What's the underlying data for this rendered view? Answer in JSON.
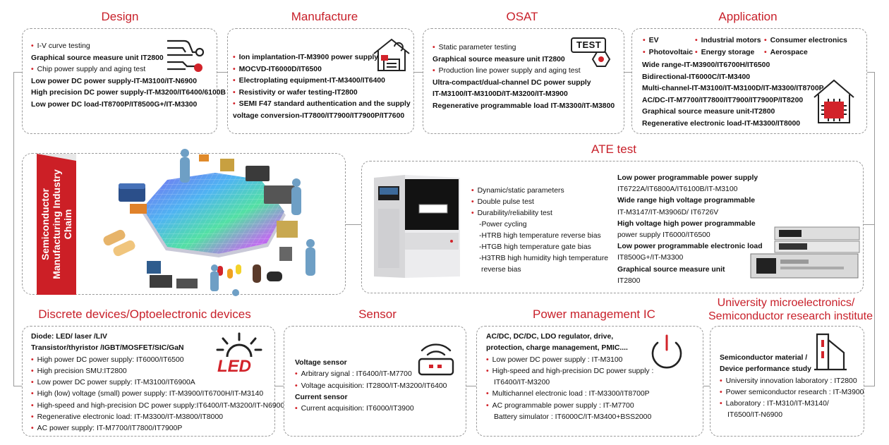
{
  "design": {
    "title": "Design",
    "lines": [
      {
        "t": "I-V curve testing",
        "s": "bul"
      },
      {
        "t": "Graphical source measure unit IT2800",
        "s": "b"
      },
      {
        "t": "Chip power supply and aging test",
        "s": "bul"
      },
      {
        "t": "Low power DC power supply-IT-M3100/IT-N6900",
        "s": "b"
      },
      {
        "t": "High precision DC power supply-IT-M3200/IT6400/6100B",
        "s": "b"
      },
      {
        "t": "Low power DC load-IT8700P/IT8500G+/IT-M3300",
        "s": "b"
      }
    ]
  },
  "manufacture": {
    "title": "Manufacture",
    "lines": [
      {
        "t": "Ion implantation-IT-M3900 power supply",
        "s": "bul"
      },
      {
        "t": "MOCVD-IT6000D/IT6500",
        "s": "bul"
      },
      {
        "t": "Electroplating equipment-IT-M3400/IT6400",
        "s": "bul"
      },
      {
        "t": "Resistivity or wafer testing-IT2800",
        "s": "bul"
      },
      {
        "t": "SEMI F47 standard authentication and the supply",
        "s": "bul"
      },
      {
        "t": "voltage conversion-IT7800/IT7900/IT7900P/IT7600",
        "s": ""
      }
    ]
  },
  "osat": {
    "title": "OSAT",
    "icon_text": "TEST",
    "lines": [
      {
        "t": "Static parameter testing",
        "s": "bul"
      },
      {
        "t": "Graphical source measure unit IT2800",
        "s": "b"
      },
      {
        "t": "Production line power supply and aging test",
        "s": "bul"
      },
      {
        "t": "Ultra-compact/dual-channel DC power supply",
        "s": "b"
      },
      {
        "t": "IT-M3100/IT-M3100D/IT-M3200/IT-M3900",
        "s": "b"
      },
      {
        "t": "Regenerative programmable load IT-M3300/IT-M3800",
        "s": "b"
      }
    ]
  },
  "application": {
    "title": "Application",
    "tags_col1": [
      "EV",
      "Photovoltaic"
    ],
    "tags_col2": [
      "Industrial motors",
      "Energy storage"
    ],
    "tags_col3": [
      "Consumer electronics",
      "Aerospace"
    ],
    "lines": [
      "Wide range-IT-M3900/IT6700H/IT6500",
      "Bidirectional-IT6000C/IT-M3400",
      "Multi-channel-IT-M3100/IT-M3100D/IT-M3300/IT8700P",
      "AC/DC-IT-M7700/IT7800/IT7900/IT7900P/IT8200",
      "Graphical source measure unit-IT2800",
      "Regenerative electronic load-IT-M3300/IT8000"
    ]
  },
  "hub": {
    "title_line1": "Semiconductor",
    "title_line2": "Manufacturing Industry",
    "title_line3": "Chaim"
  },
  "ate": {
    "title": "ATE test",
    "bullets": [
      {
        "t": "Dynamic/static parameters",
        "s": "bul"
      },
      {
        "t": "Double pulse test",
        "s": "bul"
      },
      {
        "t": "Durability/reliability test",
        "s": "bul"
      },
      {
        "t": "-Power cycling",
        "s": "ind"
      },
      {
        "t": "-HTRB high temperature reverse bias",
        "s": "ind"
      },
      {
        "t": "-HTGB high temperature gate bias",
        "s": "ind"
      },
      {
        "t": "-H3TRB high humidity high temperature",
        "s": "ind"
      },
      {
        "t": "reverse bias",
        "s": "ind2"
      }
    ],
    "right": [
      {
        "t": "Low power programmable power supply",
        "s": "b"
      },
      {
        "t": "IT6722A/IT6800A/IT6100B/IT-M3100",
        "s": ""
      },
      {
        "t": "Wide range high voltage programmable",
        "s": "b"
      },
      {
        "t": "IT-M3147/IT-M3906D/ IT6726V",
        "s": ""
      },
      {
        "t": "High voltage high power programmable",
        "s": "b"
      },
      {
        "t": "power supply IT6000/IT6500",
        "s": ""
      },
      {
        "t": "Low power programmable electronic load",
        "s": "b"
      },
      {
        "t": "IT8500G+/IT-M3300",
        "s": ""
      },
      {
        "t": "Graphical source measure unit",
        "s": "b"
      },
      {
        "t": "IT2800",
        "s": ""
      }
    ]
  },
  "discrete": {
    "title": "Discrete devices/Optoelectronic devices",
    "icon_text": "LED",
    "lines": [
      {
        "t": "Diode: LED/ laser /LIV",
        "s": "b"
      },
      {
        "t": "Transistor/thyristor /IGBT/MOSFET/SIC/GaN",
        "s": "b"
      },
      {
        "t": "High power DC power supply: IT6000/IT6500",
        "s": "bul"
      },
      {
        "t": "High precision SMU:IT2800",
        "s": "bul"
      },
      {
        "t": "Low power DC power supply: IT-M3100/IT6900A",
        "s": "bul"
      },
      {
        "t": "High (low) voltage (small) power supply: IT-M3900/IT6700H/IT-M3140",
        "s": "bul"
      },
      {
        "t": "High-speed and high-precision DC power supply:IT6400/IT-M3200/IT-N6900",
        "s": "bul"
      },
      {
        "t": "Regenerative electronic load: IT-M3300/IT-M3800/IT8000",
        "s": "bul"
      },
      {
        "t": "AC power supply: IT-M7700/IT7800/IT7900P",
        "s": "bul"
      }
    ]
  },
  "sensor": {
    "title": "Sensor",
    "lines": [
      {
        "t": "Voltage sensor",
        "s": "b"
      },
      {
        "t": "Arbitrary signal : IT6400/IT-M7700",
        "s": "bul"
      },
      {
        "t": "Voltage acquisition: IT2800/IT-M3200/IT6400",
        "s": "bul"
      },
      {
        "t": "Current sensor",
        "s": "b"
      },
      {
        "t": "Current acquisition: IT6000/IT3900",
        "s": "bul"
      }
    ]
  },
  "pmic": {
    "title": "Power management IC",
    "lines": [
      {
        "t": "AC/DC, DC/DC, LDO regulator, drive,",
        "s": "b"
      },
      {
        "t": "protection, charge management, PMIC....",
        "s": "b"
      },
      {
        "t": "Low power DC power supply : IT-M3100",
        "s": "bul"
      },
      {
        "t": "High-speed and high-precision DC power supply :",
        "s": "bul"
      },
      {
        "t": "IT6400/IT-M3200",
        "s": "ind"
      },
      {
        "t": "Multichannel electronic load : IT-M3300/IT8700P",
        "s": "bul"
      },
      {
        "t": "AC programmable power supply : IT-M7700",
        "s": "bul"
      },
      {
        "t": "Battery simulator : IT6000C/IT-M3400+BSS2000",
        "s": "ind"
      }
    ]
  },
  "university": {
    "title_line1": "University microelectronics/",
    "title_line2": "Semiconductor research institute",
    "lines": [
      {
        "t": "Semiconductor material /",
        "s": "b"
      },
      {
        "t": "Device performance study",
        "s": "b"
      },
      {
        "t": "University innovation laboratory : IT2800",
        "s": "bul"
      },
      {
        "t": "Power semiconductor research : IT-M3900",
        "s": "bul"
      },
      {
        "t": "Laboratory : IT-M310/IT-M3140/",
        "s": "bul"
      },
      {
        "t": "IT6500/IT-N6900",
        "s": "ind"
      }
    ]
  }
}
